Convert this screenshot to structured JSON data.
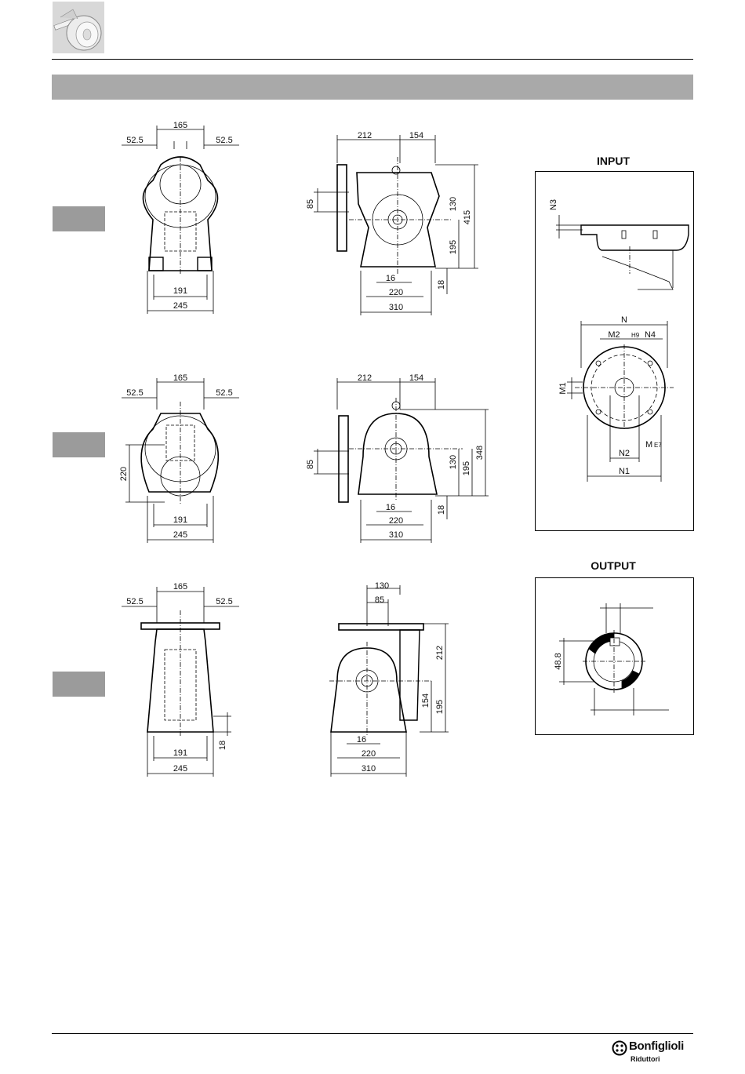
{
  "header": {
    "icon": "worm-gear-icon"
  },
  "input_panel": {
    "title": "INPUT",
    "labels": {
      "n3": "N3",
      "n": "N",
      "m2": "M2",
      "h9": "H9",
      "n4": "N4",
      "m1": "M1",
      "m": "M",
      "e7": "E7",
      "n2": "N2",
      "n1": "N1"
    }
  },
  "output_panel": {
    "title": "OUTPUT",
    "labels": {
      "d": "48.8"
    }
  },
  "front_views": {
    "top": {
      "w1": "165",
      "l": "52.5",
      "r": "52.5",
      "b1": "191",
      "b2": "245"
    },
    "mid": {
      "w1": "165",
      "l": "52.5",
      "r": "52.5",
      "h": "220",
      "b1": "191",
      "b2": "245"
    },
    "bot": {
      "w1": "165",
      "l": "52.5",
      "r": "52.5",
      "f": "18",
      "b1": "191",
      "b2": "245"
    }
  },
  "side_views": {
    "top": {
      "a": "212",
      "b": "154",
      "v": "85",
      "h1": "130",
      "h2": "415",
      "h3": "195",
      "f": "18",
      "p": "16",
      "q": "220",
      "r": "310"
    },
    "mid": {
      "a": "212",
      "b": "154",
      "v": "85",
      "h1": "130",
      "h2": "348",
      "h3": "195",
      "f": "18",
      "p": "16",
      "q": "220",
      "r": "310"
    },
    "bot": {
      "a": "130",
      "b": "85",
      "h1": "212",
      "h2": "154",
      "h3": "195",
      "p": "16",
      "q": "220",
      "r": "310"
    }
  },
  "footer": {
    "brand": "Bonfiglioli",
    "sub": "Riduttori"
  },
  "colors": {
    "grey_bar": "#a9a9a9",
    "tab": "#9b9b9b",
    "line": "#000000"
  }
}
